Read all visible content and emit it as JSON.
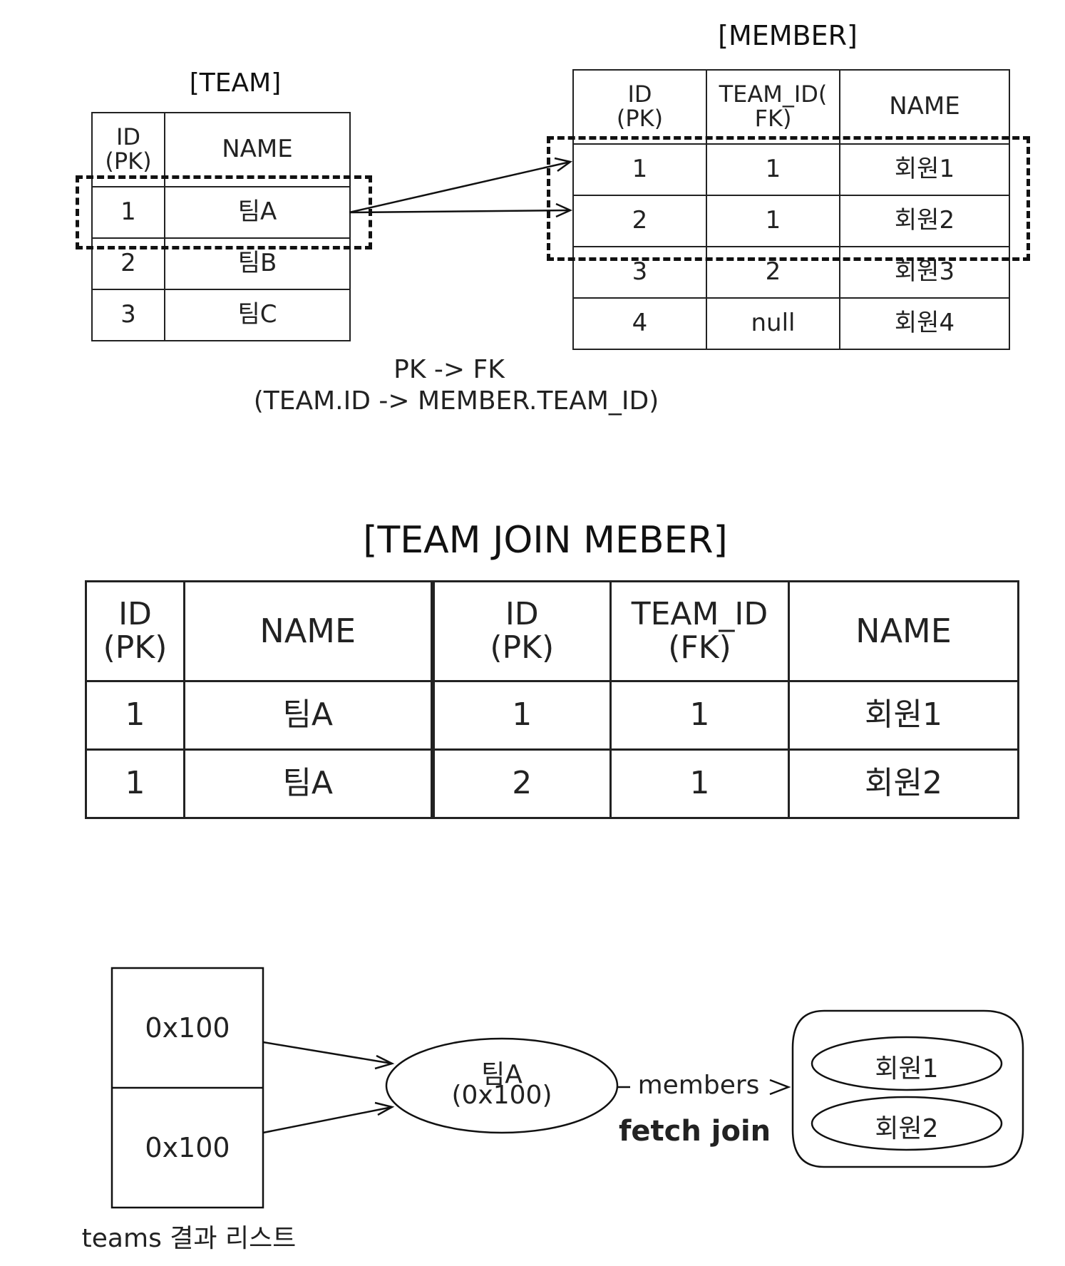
{
  "team_table": {
    "title": "[TEAM]",
    "headers": [
      [
        "ID",
        "(PK)"
      ],
      [
        "NAME"
      ]
    ],
    "rows": [
      [
        "1",
        "팀A"
      ],
      [
        "2",
        "팀B"
      ],
      [
        "3",
        "팀C"
      ]
    ]
  },
  "member_table": {
    "title": "[MEMBER]",
    "headers": [
      [
        "ID",
        "(PK)"
      ],
      [
        "TEAM_ID(",
        "FK)"
      ],
      [
        "NAME"
      ]
    ],
    "rows": [
      [
        "1",
        "1",
        "회원1"
      ],
      [
        "2",
        "1",
        "회원2"
      ],
      [
        "3",
        "2",
        "회원3"
      ],
      [
        "4",
        "null",
        "회원4"
      ]
    ]
  },
  "relation_caption": {
    "line1": "PK -> FK",
    "line2": "(TEAM.ID -> MEMBER.TEAM_ID)"
  },
  "join_table": {
    "title": "[TEAM JOIN MEBER]",
    "headers": [
      [
        "ID",
        "(PK)"
      ],
      [
        "NAME"
      ],
      [
        "ID",
        "(PK)"
      ],
      [
        "TEAM_ID",
        "(FK)"
      ],
      [
        "NAME"
      ]
    ],
    "rows": [
      [
        "1",
        "팀A",
        "1",
        "1",
        "회원1"
      ],
      [
        "1",
        "팀A",
        "2",
        "1",
        "회원2"
      ]
    ]
  },
  "memory_diagram": {
    "list_cells": [
      "0x100",
      "0x100"
    ],
    "list_caption": "teams 결과 리스트",
    "team_object_name": "팀A",
    "team_object_address": "(0x100)",
    "members_label": "members",
    "fetch_join_label": "fetch join",
    "member_objects": [
      "회원1",
      "회원2"
    ]
  }
}
